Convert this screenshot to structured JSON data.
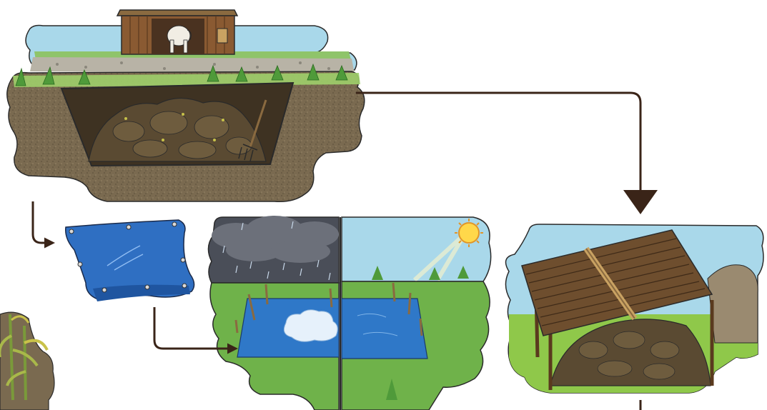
{
  "diagram": {
    "panels": [
      {
        "id": "manure-pit",
        "depicts": "barn-with-cow-above-manure-pit-with-pitchfork"
      },
      {
        "id": "tarp",
        "depicts": "blue-plastic-tarp-with-eyelets"
      },
      {
        "id": "rain-pond",
        "depicts": "tarp-lined-pond-under-storm-clouds-and-rain"
      },
      {
        "id": "sun-pond",
        "depicts": "tarp-lined-pond-under-bright-sun"
      },
      {
        "id": "covered-pile",
        "depicts": "manure-pile-under-wooden-roof-shelter"
      },
      {
        "id": "crop-field",
        "depicts": "maize-plants-partially-visible"
      }
    ],
    "arrows": [
      {
        "from": "manure-pit",
        "to": "covered-pile"
      },
      {
        "from": "manure-pit",
        "to": "tarp"
      },
      {
        "from": "tarp",
        "to": "rain-pond"
      },
      {
        "from": "covered-pile",
        "to": "offscreen-below"
      }
    ],
    "colors": {
      "sky": "#a9d8ea",
      "soil": "#7a6a50",
      "manure": "#4e4330",
      "tarp": "#2f6fc2",
      "water": "#2f78c8",
      "grass": "#6fb24a",
      "storm": "#4a4e58",
      "sun": "#ffd84a",
      "wood": "#6e4e2e",
      "arrow": "#3a2418"
    }
  }
}
